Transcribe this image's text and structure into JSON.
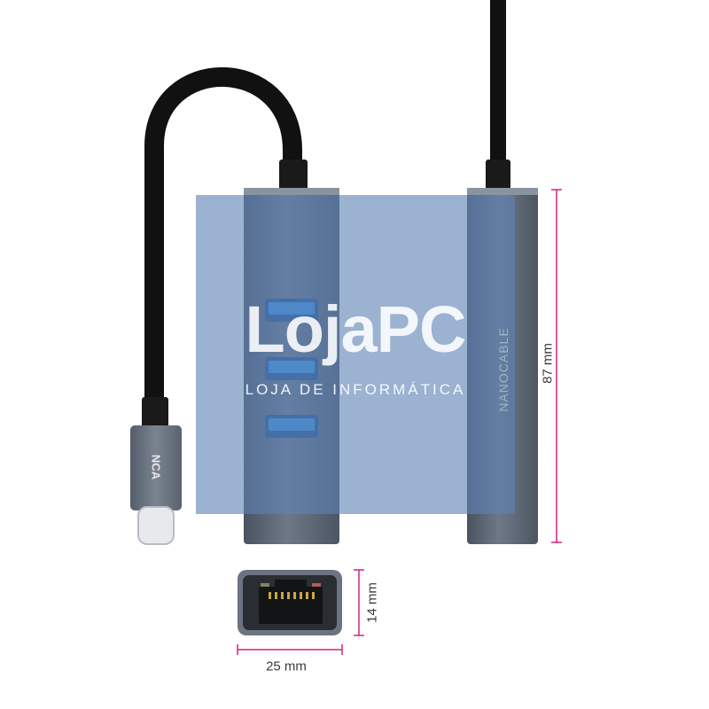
{
  "product": {
    "brand_label": "NANOCABLE",
    "plug_logo": "NCA"
  },
  "dimensions": {
    "height": "87 mm",
    "port_height": "14 mm",
    "port_width": "25 mm"
  },
  "watermark": {
    "title": "LojaPC",
    "subtitle": "LOJA DE INFORMÁTICA"
  },
  "colors": {
    "dimension_line": "#d6217f",
    "watermark_overlay": "#5d82b4",
    "housing": "#5b6775",
    "usb_port": "#2f7fd8",
    "cable": "#111111"
  },
  "icons": [
    "usb-port-icon",
    "ethernet-port-icon",
    "usb-c-plug-icon"
  ]
}
